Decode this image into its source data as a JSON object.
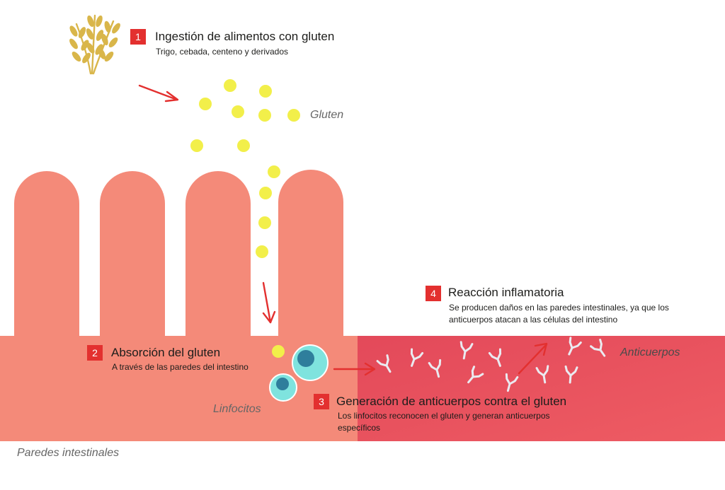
{
  "steps": [
    {
      "number": "1",
      "title": "Ingestión de alimentos con gluten",
      "desc": "Trigo, cebada, centeno y derivados"
    },
    {
      "number": "2",
      "title": "Absorción del gluten",
      "desc": "A través de las paredes del intestino"
    },
    {
      "number": "3",
      "title": "Generación de anticuerpos contra el gluten",
      "desc": "Los linfocitos reconocen el gluten y generan anticuerpos específicos"
    },
    {
      "number": "4",
      "title": "Reacción inflamatoria",
      "desc": "Se producen daños en las paredes intestinales, ya que los anticuerpos atacan a las células del intestino"
    }
  ],
  "labels": {
    "gluten": "Gluten",
    "anticuerpos": "Anticuerpos",
    "linfocitos": "Linfocitos",
    "paredes": "Paredes intestinales"
  },
  "icons": {
    "wheat": "wheat-icon"
  },
  "colors": {
    "intestine": "#f48a79",
    "inflamed": "#e9515e",
    "gluten": "#f2ef4a",
    "lymphocyte": "#7fe3de",
    "nucleus": "#2f7e9c",
    "arrow": "#e3302f",
    "number_badge": "#e3302f",
    "wheat": "#d9b64a",
    "antibody": "#eaeaf0"
  }
}
